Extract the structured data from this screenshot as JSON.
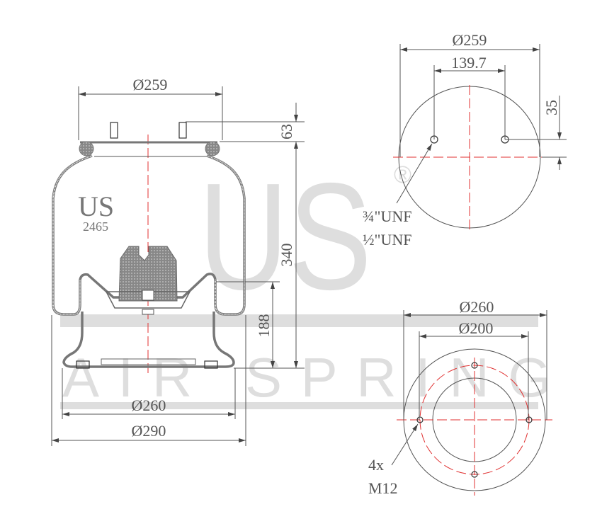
{
  "watermark": {
    "brand": "US",
    "registered": "®",
    "subtitle": "AIR SPRING"
  },
  "side_view": {
    "brand_label": "US",
    "model_number": "2465",
    "dims": {
      "top_diameter": "Ø259",
      "stud_height": "63",
      "overall_height": "340",
      "piston_height": "188",
      "base_diameter": "Ø260",
      "max_diameter": "Ø290"
    }
  },
  "top_view": {
    "dims": {
      "diameter": "Ø259",
      "stud_spacing": "139.7",
      "offset": "35"
    },
    "thread_labels": [
      "¾\"UNF",
      "½\"UNF"
    ]
  },
  "bottom_view": {
    "dims": {
      "outer_diameter": "Ø260",
      "bolt_circle": "Ø200"
    },
    "bolt_label": [
      "4x",
      "M12"
    ]
  },
  "colors": {
    "centerline": "#e03030",
    "line": "#555555",
    "watermark": "#dedede"
  }
}
